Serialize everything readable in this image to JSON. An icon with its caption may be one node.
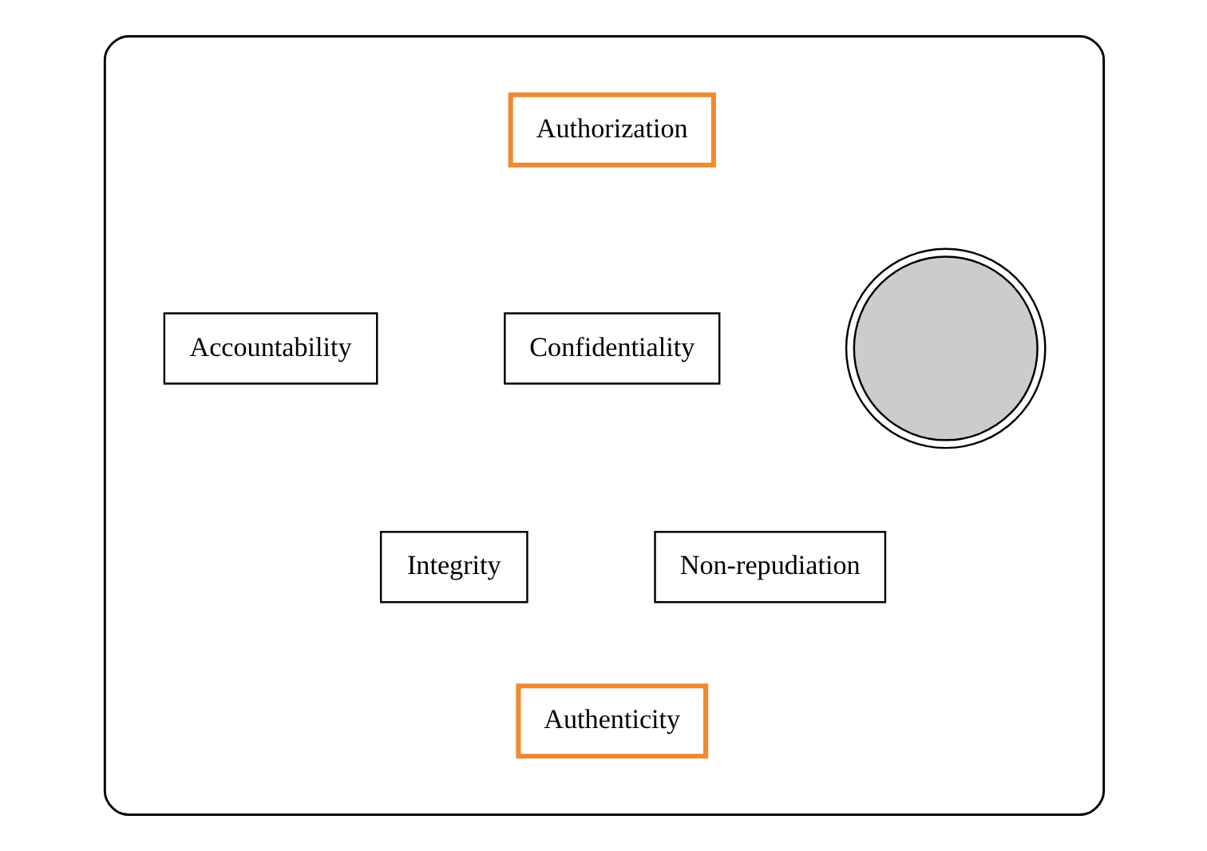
{
  "diagram": {
    "nodes": [
      {
        "text": [],
        "shape": "ellipse"
      },
      {
        "text": [
          "Authorization"
        ],
        "in": 0
      },
      {
        "text": [
          "Confidentiality"
        ],
        "in": 0
      },
      {
        "text": [],
        "shape": "picture",
        "in": 0
      },
      {
        "text": [
          "Accountability"
        ],
        "in": 0
      },
      {
        "text": [
          "Integrity"
        ],
        "in": 0
      },
      {
        "text": [
          "Non-repudiation"
        ],
        "in": 0
      },
      {
        "text": [
          "Authenticity"
        ],
        "in": 0
      }
    ],
    "edges": []
  }
}
